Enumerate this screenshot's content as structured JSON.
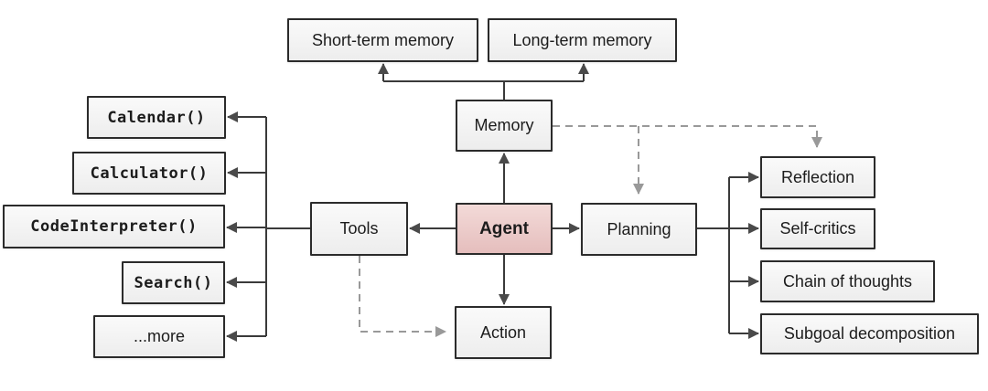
{
  "nodes": {
    "agent": {
      "label": "Agent"
    },
    "memory": {
      "label": "Memory"
    },
    "tools": {
      "label": "Tools"
    },
    "planning": {
      "label": "Planning"
    },
    "action": {
      "label": "Action"
    },
    "short_term_memory": {
      "label": "Short-term memory"
    },
    "long_term_memory": {
      "label": "Long-term memory"
    },
    "calendar": {
      "label": "Calendar()"
    },
    "calculator": {
      "label": "Calculator()"
    },
    "code_interpreter": {
      "label": "CodeInterpreter()"
    },
    "search": {
      "label": "Search()"
    },
    "more": {
      "label": "...more"
    },
    "reflection": {
      "label": "Reflection"
    },
    "self_critics": {
      "label": "Self-critics"
    },
    "chain_of_thoughts": {
      "label": "Chain of thoughts"
    },
    "subgoal_decomposition": {
      "label": "Subgoal decomposition"
    }
  },
  "colors": {
    "agent_fill": "#e9c6c4",
    "node_fill": "#f4f4f4",
    "border": "#2b2b2b",
    "solid_line": "#3a3a3a",
    "dashed_line": "#999999"
  },
  "edges": [
    {
      "from": "memory",
      "to": "short_term_memory",
      "style": "solid"
    },
    {
      "from": "memory",
      "to": "long_term_memory",
      "style": "solid"
    },
    {
      "from": "agent",
      "to": "memory",
      "style": "solid"
    },
    {
      "from": "agent",
      "to": "tools",
      "style": "solid"
    },
    {
      "from": "agent",
      "to": "planning",
      "style": "solid"
    },
    {
      "from": "agent",
      "to": "action",
      "style": "solid"
    },
    {
      "from": "tools",
      "to": "calendar",
      "style": "solid"
    },
    {
      "from": "tools",
      "to": "calculator",
      "style": "solid"
    },
    {
      "from": "tools",
      "to": "code_interpreter",
      "style": "solid"
    },
    {
      "from": "tools",
      "to": "search",
      "style": "solid"
    },
    {
      "from": "tools",
      "to": "more",
      "style": "solid"
    },
    {
      "from": "planning",
      "to": "reflection",
      "style": "solid"
    },
    {
      "from": "planning",
      "to": "self_critics",
      "style": "solid"
    },
    {
      "from": "planning",
      "to": "chain_of_thoughts",
      "style": "solid"
    },
    {
      "from": "planning",
      "to": "subgoal_decomposition",
      "style": "solid"
    },
    {
      "from": "memory",
      "to": "planning",
      "style": "dashed"
    },
    {
      "from": "memory",
      "to": "reflection",
      "style": "dashed"
    },
    {
      "from": "tools",
      "to": "action",
      "style": "dashed"
    }
  ]
}
